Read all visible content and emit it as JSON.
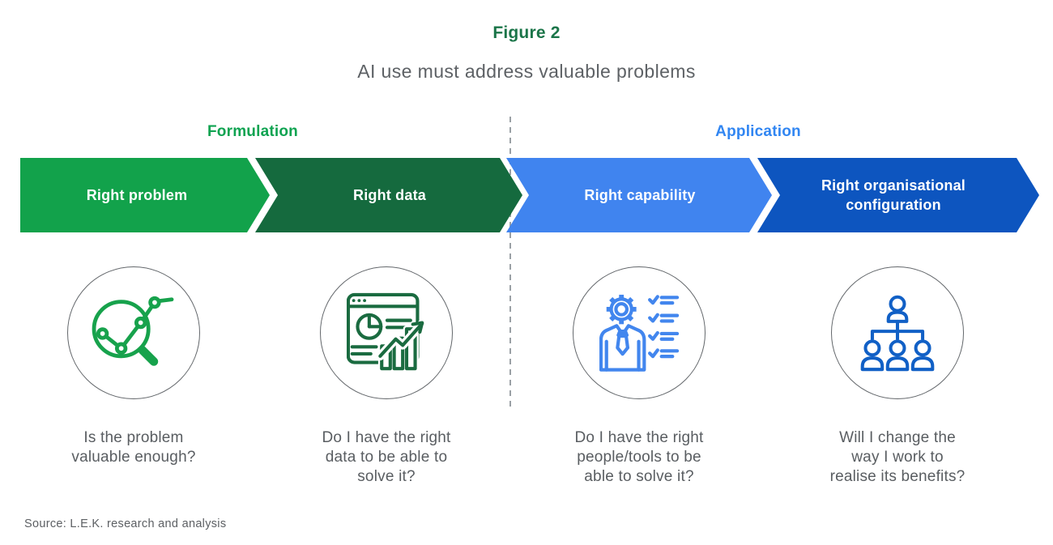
{
  "figure": {
    "label": "Figure 2",
    "label_color": "#1b7549",
    "title": "AI use must address valuable problems"
  },
  "sections": [
    {
      "label": "Formulation",
      "color": "#0fa351"
    },
    {
      "label": "Application",
      "color": "#3186f2"
    }
  ],
  "steps": [
    {
      "label": "Right problem",
      "chevron_color": "#12a24b",
      "icon": "magnifier-chart-icon",
      "icon_color": "#17a24c",
      "question": "Is the problem\nvaluable enough?"
    },
    {
      "label": "Right data",
      "chevron_color": "#156a3e",
      "icon": "dashboard-chart-icon",
      "icon_color": "#1a6b40",
      "question": "Do I have the right\ndata to be able to\nsolve it?"
    },
    {
      "label": "Right capability",
      "chevron_color": "#4084ef",
      "icon": "person-gear-checklist-icon",
      "icon_color": "#4286ee",
      "question": "Do I have the right\npeople/tools to be\nable to solve it?"
    },
    {
      "label": "Right organisational\nconfiguration",
      "chevron_color": "#0d55bf",
      "icon": "org-chart-icon",
      "icon_color": "#1160c6",
      "question": "Will I change the\nway I work to\nrealise its benefits?"
    }
  ],
  "source": "Source: L.E.K. research and analysis"
}
